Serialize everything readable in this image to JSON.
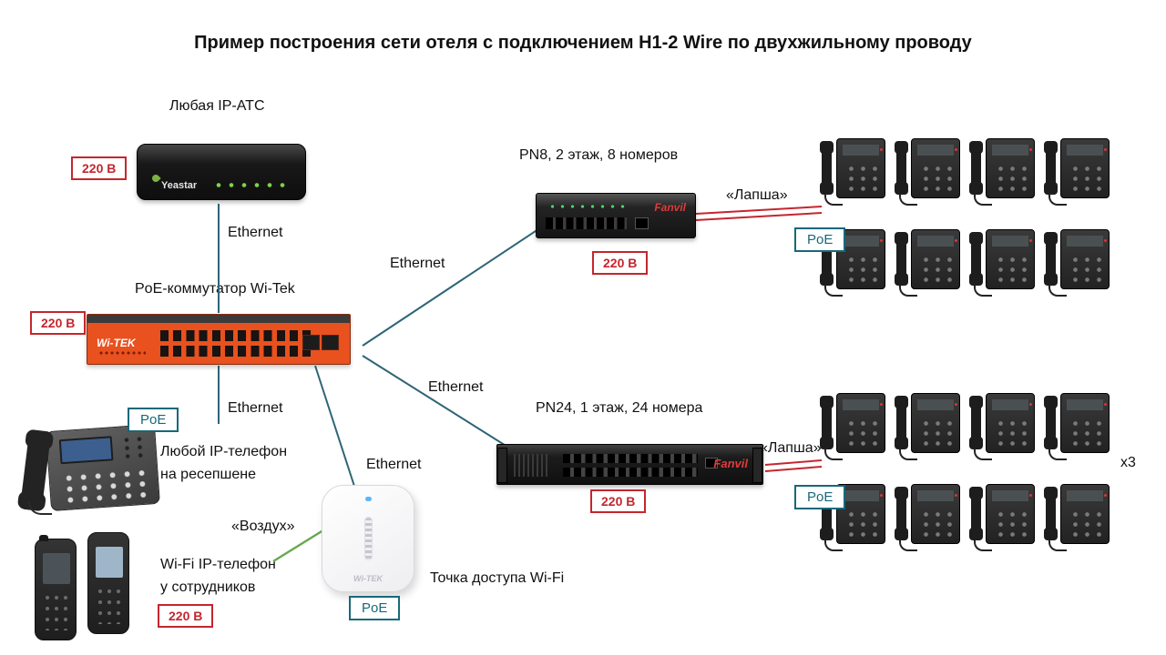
{
  "title": "Пример построения сети отеля с подключением H1-2 Wire по двухжильному проводу",
  "badges": {
    "power": "220 В",
    "poe": "PoE"
  },
  "labels": {
    "pbx": "Любая IP-АТС",
    "ethernet": "Ethernet",
    "poe_switch": "PoE-коммутатор Wi-Tek",
    "pn8": "PN8, 2 этаж, 8 номеров",
    "pn24": "PN24, 1 этаж, 24 номера",
    "lapsha": "«Лапша»",
    "air": "«Воздух»",
    "reception_line1": "Любой IP-телефон",
    "reception_line2": "на ресепшене",
    "wifi_line1": "Wi-Fi IP-телефон",
    "wifi_line2": "у сотрудников",
    "ap": "Точка доступа Wi-Fi",
    "multiplier": "x3"
  },
  "devices": {
    "pbx_brand": "Yeastar",
    "witek_brand": "Wi-TEK",
    "fanvil_brand": "Fanvil"
  },
  "phones": {
    "per_group": 8,
    "groups": 2
  },
  "colors": {
    "line": "#2e6577",
    "power_red": "#c4262e",
    "poe_teal": "#17687a",
    "air_green": "#6aa84f",
    "switch_orange": "#e9511f"
  }
}
